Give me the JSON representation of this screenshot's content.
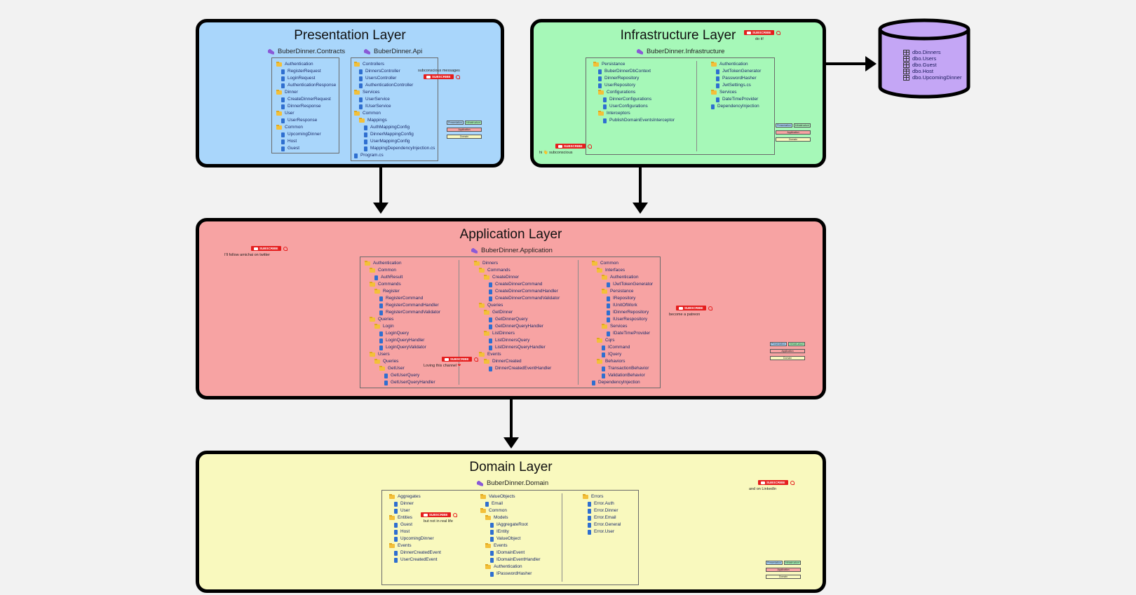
{
  "presentation": {
    "title": "Presentation Layer",
    "contracts_project": "BuberDinner.Contracts",
    "api_project": "BuberDinner.Api",
    "contracts_tree": [
      {
        "t": "f",
        "d": 0,
        "l": "Authentication"
      },
      {
        "t": "c",
        "d": 1,
        "l": "RegisterRequest"
      },
      {
        "t": "c",
        "d": 1,
        "l": "LoginRequest"
      },
      {
        "t": "c",
        "d": 1,
        "l": "AuthenticationResponse"
      },
      {
        "t": "f",
        "d": 0,
        "l": "Dinner"
      },
      {
        "t": "c",
        "d": 1,
        "l": "CreateDinnerRequest"
      },
      {
        "t": "c",
        "d": 1,
        "l": "DinnerResponse"
      },
      {
        "t": "f",
        "d": 0,
        "l": "User"
      },
      {
        "t": "c",
        "d": 1,
        "l": "UserResponse"
      },
      {
        "t": "f",
        "d": 0,
        "l": "Common"
      },
      {
        "t": "c",
        "d": 1,
        "l": "UpcomingDinner"
      },
      {
        "t": "c",
        "d": 1,
        "l": "Host"
      },
      {
        "t": "c",
        "d": 1,
        "l": "Guest"
      }
    ],
    "api_tree": [
      {
        "t": "f",
        "d": 0,
        "l": "Controllers"
      },
      {
        "t": "c",
        "d": 1,
        "l": "DinnersController"
      },
      {
        "t": "c",
        "d": 1,
        "l": "UsersController"
      },
      {
        "t": "c",
        "d": 1,
        "l": "AuthenticationController"
      },
      {
        "t": "f",
        "d": 0,
        "l": "Services"
      },
      {
        "t": "c",
        "d": 1,
        "l": "UserService"
      },
      {
        "t": "c",
        "d": 1,
        "l": "IUserService"
      },
      {
        "t": "f",
        "d": 0,
        "l": "Common"
      },
      {
        "t": "f",
        "d": 1,
        "l": "Mappings"
      },
      {
        "t": "c",
        "d": 2,
        "l": "AuthMappingConfig"
      },
      {
        "t": "c",
        "d": 2,
        "l": "DinnerMappingConfig"
      },
      {
        "t": "c",
        "d": 2,
        "l": "UserMappingConfig"
      },
      {
        "t": "c",
        "d": 2,
        "l": "MappingDependencyInjection.cs"
      },
      {
        "t": "c",
        "d": 0,
        "l": "Program.cs"
      }
    ],
    "sub_caption": "subconscious messages"
  },
  "infrastructure": {
    "title": "Infrastructure Layer",
    "project": "BuberDinner.Infrastructure",
    "tree_left": [
      {
        "t": "f",
        "d": 0,
        "l": "Persistance"
      },
      {
        "t": "c",
        "d": 1,
        "l": "BuberDinnerDbContext"
      },
      {
        "t": "c",
        "d": 1,
        "l": "DinnerRepository"
      },
      {
        "t": "c",
        "d": 1,
        "l": "UserRepository"
      },
      {
        "t": "f",
        "d": 1,
        "l": "Configurations"
      },
      {
        "t": "c",
        "d": 2,
        "l": "DinnerConfigurations"
      },
      {
        "t": "c",
        "d": 2,
        "l": "UserConfigurations"
      },
      {
        "t": "f",
        "d": 1,
        "l": "Interceptors"
      },
      {
        "t": "c",
        "d": 2,
        "l": "PublishDomainEventsInterceptor"
      }
    ],
    "tree_right": [
      {
        "t": "f",
        "d": 0,
        "l": "Authentication"
      },
      {
        "t": "c",
        "d": 1,
        "l": "JwtTokenGenerator"
      },
      {
        "t": "c",
        "d": 1,
        "l": "PasswordHasher"
      },
      {
        "t": "c",
        "d": 1,
        "l": "JwtSettings.cs"
      },
      {
        "t": "f",
        "d": 0,
        "l": "Services"
      },
      {
        "t": "c",
        "d": 1,
        "l": "DateTimeProvider"
      },
      {
        "t": "c",
        "d": 0,
        "l": "DependencyInjection"
      }
    ],
    "sub_caption_top": "do it!",
    "sub_caption_bottom": "hi 👋 subconscious"
  },
  "database": {
    "tables": [
      "dbo.Dinners",
      "dbo.Users",
      "dbo.Guest",
      "dbo.Host",
      "dbo.UpcomingDinner"
    ],
    "color": "#c4a6f5"
  },
  "application": {
    "title": "Application Layer",
    "project": "BuberDinner.Application",
    "col1": [
      {
        "t": "f",
        "d": 0,
        "l": "Authentication"
      },
      {
        "t": "f",
        "d": 1,
        "l": "Common"
      },
      {
        "t": "c",
        "d": 2,
        "l": "AuthResult"
      },
      {
        "t": "f",
        "d": 1,
        "l": "Commands"
      },
      {
        "t": "f",
        "d": 2,
        "l": "Register"
      },
      {
        "t": "c",
        "d": 3,
        "l": "RegisterCommand"
      },
      {
        "t": "c",
        "d": 3,
        "l": "RegisterCommandHandler"
      },
      {
        "t": "c",
        "d": 3,
        "l": "RegisterCommandValidator"
      },
      {
        "t": "f",
        "d": 1,
        "l": "Queries"
      },
      {
        "t": "f",
        "d": 2,
        "l": "Login"
      },
      {
        "t": "c",
        "d": 3,
        "l": "LoginQuery"
      },
      {
        "t": "c",
        "d": 3,
        "l": "LoginQueryHandler"
      },
      {
        "t": "c",
        "d": 3,
        "l": "LoginQueryValidator"
      },
      {
        "t": "f",
        "d": 1,
        "l": "Users"
      },
      {
        "t": "f",
        "d": 2,
        "l": "Queries"
      },
      {
        "t": "f",
        "d": 3,
        "l": "GetUser"
      },
      {
        "t": "c",
        "d": 4,
        "l": "GetUserQuery"
      },
      {
        "t": "c",
        "d": 4,
        "l": "GetUserQueryHandler"
      }
    ],
    "col2": [
      {
        "t": "f",
        "d": 0,
        "l": "Dinners"
      },
      {
        "t": "f",
        "d": 1,
        "l": "Commands"
      },
      {
        "t": "f",
        "d": 2,
        "l": "CreateDinner"
      },
      {
        "t": "c",
        "d": 3,
        "l": "CreateDinnerCommand"
      },
      {
        "t": "c",
        "d": 3,
        "l": "CreateDinnerCommandHandler"
      },
      {
        "t": "c",
        "d": 3,
        "l": "CreateDinnerCommandValidator"
      },
      {
        "t": "f",
        "d": 1,
        "l": "Queries"
      },
      {
        "t": "f",
        "d": 2,
        "l": "GetDinner"
      },
      {
        "t": "c",
        "d": 3,
        "l": "GetDinnerQuery"
      },
      {
        "t": "c",
        "d": 3,
        "l": "GetDinnerQueryHandler"
      },
      {
        "t": "f",
        "d": 2,
        "l": "ListDinners"
      },
      {
        "t": "c",
        "d": 3,
        "l": "ListDinnersQuery"
      },
      {
        "t": "c",
        "d": 3,
        "l": "ListDinnersQueryHandler"
      },
      {
        "t": "f",
        "d": 1,
        "l": "Events"
      },
      {
        "t": "f",
        "d": 2,
        "l": "DinnerCreated"
      },
      {
        "t": "c",
        "d": 3,
        "l": "DinnerCreatedEventHandler"
      }
    ],
    "col3": [
      {
        "t": "f",
        "d": 0,
        "l": "Common"
      },
      {
        "t": "f",
        "d": 1,
        "l": "Interfaces"
      },
      {
        "t": "f",
        "d": 2,
        "l": "Authentication"
      },
      {
        "t": "c",
        "d": 3,
        "l": "IJwtTokenGenerator"
      },
      {
        "t": "f",
        "d": 2,
        "l": "Persistance"
      },
      {
        "t": "c",
        "d": 3,
        "l": "IRepository"
      },
      {
        "t": "c",
        "d": 3,
        "l": "IUnitOfWork"
      },
      {
        "t": "c",
        "d": 3,
        "l": "IDinnerRepository"
      },
      {
        "t": "c",
        "d": 3,
        "l": "IUserRespository"
      },
      {
        "t": "f",
        "d": 2,
        "l": "Services"
      },
      {
        "t": "c",
        "d": 3,
        "l": "IDateTimeProvider"
      },
      {
        "t": "f",
        "d": 1,
        "l": "Cqrs"
      },
      {
        "t": "c",
        "d": 2,
        "l": "ICommand"
      },
      {
        "t": "c",
        "d": 2,
        "l": "IQuery"
      },
      {
        "t": "f",
        "d": 1,
        "l": "Behaviors"
      },
      {
        "t": "c",
        "d": 2,
        "l": "TransactionBehavior"
      },
      {
        "t": "c",
        "d": 2,
        "l": "ValidationBehavior"
      },
      {
        "t": "c",
        "d": 0,
        "l": "DependencyInjection"
      }
    ],
    "sub_caption_left": "I'll follow amichai on twitter",
    "sub_caption_mid": "Loving this channel",
    "sub_caption_right": "become a patreon"
  },
  "domain": {
    "title": "Domain Layer",
    "project": "BuberDinner.Domain",
    "col1": [
      {
        "t": "f",
        "d": 0,
        "l": "Aggregates"
      },
      {
        "t": "c",
        "d": 1,
        "l": "Dinner"
      },
      {
        "t": "c",
        "d": 1,
        "l": "User"
      },
      {
        "t": "f",
        "d": 0,
        "l": "Entities"
      },
      {
        "t": "c",
        "d": 1,
        "l": "Guest"
      },
      {
        "t": "c",
        "d": 1,
        "l": "Host"
      },
      {
        "t": "c",
        "d": 1,
        "l": "UpcomingDinner"
      },
      {
        "t": "f",
        "d": 0,
        "l": "Events"
      },
      {
        "t": "c",
        "d": 1,
        "l": "DinnerCreatedEvent"
      },
      {
        "t": "c",
        "d": 1,
        "l": "UserCreatedEvent"
      }
    ],
    "col2": [
      {
        "t": "f",
        "d": 0,
        "l": "ValueObjects"
      },
      {
        "t": "c",
        "d": 1,
        "l": "Email"
      },
      {
        "t": "f",
        "d": 0,
        "l": "Common"
      },
      {
        "t": "f",
        "d": 1,
        "l": "Models"
      },
      {
        "t": "c",
        "d": 2,
        "l": "IAggregateRoot"
      },
      {
        "t": "c",
        "d": 2,
        "l": "IEntity"
      },
      {
        "t": "c",
        "d": 2,
        "l": "ValueObject"
      },
      {
        "t": "f",
        "d": 1,
        "l": "Events"
      },
      {
        "t": "c",
        "d": 2,
        "l": "IDomainEvent"
      },
      {
        "t": "c",
        "d": 2,
        "l": "IDomainEventHandler"
      },
      {
        "t": "f",
        "d": 1,
        "l": "Authentication"
      },
      {
        "t": "c",
        "d": 2,
        "l": "IPasswordHasher"
      }
    ],
    "col3": [
      {
        "t": "f",
        "d": 0,
        "l": "Errors"
      },
      {
        "t": "c",
        "d": 1,
        "l": "Error.Auth"
      },
      {
        "t": "c",
        "d": 1,
        "l": "Error.Dinner"
      },
      {
        "t": "c",
        "d": 1,
        "l": "Error.Email"
      },
      {
        "t": "c",
        "d": 1,
        "l": "Error.General"
      },
      {
        "t": "c",
        "d": 1,
        "l": "Error.User"
      }
    ],
    "sub_caption_mid": "but not in real life",
    "sub_caption_right": "and on LinkedIn"
  },
  "subscribe_label": "SUBSCRIBE",
  "mini_labels": {
    "presentation": "Presentation",
    "infrastructure": "Infrastructure",
    "application": "Application",
    "domain": "Domain"
  },
  "colors": {
    "presentation": "#a9d6fb",
    "infrastructure": "#a6f8b8",
    "application": "#f7a3a3",
    "domain": "#f9f9be"
  }
}
